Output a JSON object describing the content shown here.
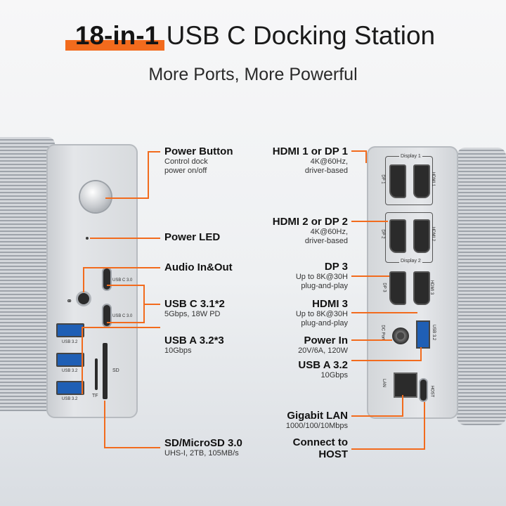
{
  "header": {
    "title_bold": "18-in-1",
    "title_rest": "USB C Docking Station",
    "subtitle": "More Ports, More Powerful"
  },
  "colors": {
    "accent": "#f26b1d",
    "usb_blue": "#1f5fb5"
  },
  "left_labels": [
    {
      "title": "Power Button",
      "sub1": "Control dock",
      "sub2": "power on/off"
    },
    {
      "title": "Power LED"
    },
    {
      "title": "Audio In&Out"
    },
    {
      "title": "USB C 3.1*2",
      "sub1": "5Gbps, 18W PD"
    },
    {
      "title": "USB A 3.2*3",
      "sub1": "10Gbps"
    },
    {
      "title": "SD/MicroSD 3.0",
      "sub1": "UHS-I, 2TB, 105MB/s"
    }
  ],
  "right_labels": [
    {
      "title": "HDMI 1 or DP 1",
      "sub1": "4K@60Hz,",
      "sub2": "driver-based"
    },
    {
      "title": "HDMI 2 or DP 2",
      "sub1": "4K@60Hz,",
      "sub2": "driver-based"
    },
    {
      "title": "DP 3",
      "sub1": "Up to 8K@30H",
      "sub2": "plug-and-play"
    },
    {
      "title": "HDMI 3",
      "sub1": "Up to 8K@30H",
      "sub2": "plug-and-play"
    },
    {
      "title": "Power In",
      "sub1": "20V/6A, 120W"
    },
    {
      "title": "USB A 3.2",
      "sub1": "10Gbps"
    },
    {
      "title": "Gigabit LAN",
      "sub1": "1000/100/10Mbps"
    },
    {
      "title": "Connect to",
      "title2": "HOST"
    }
  ],
  "device_text": {
    "usbc": "USB C 3.0",
    "usba": "USB 3.2",
    "sd": "SD",
    "tf": "TF",
    "display1": "Display 1",
    "display2": "Display 2",
    "dp1": "DP 1",
    "hdmi1": "HDMI 1",
    "dp2": "DP 2",
    "hdmi2": "HDMI 2",
    "dp3": "DP 3",
    "hdmi3": "HDMI 3",
    "dc": "DC Port",
    "usb32": "USB 3.2",
    "lan": "LAN",
    "host": "HOST"
  }
}
